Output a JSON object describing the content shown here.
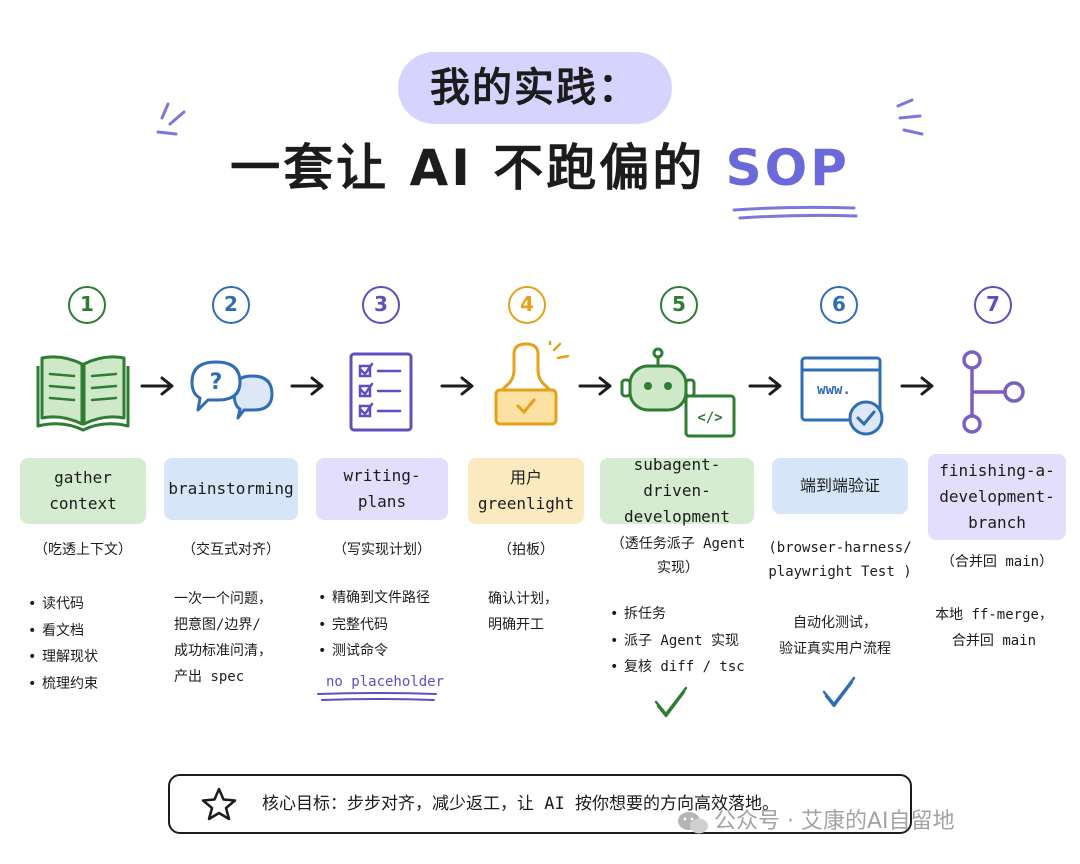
{
  "title": {
    "line1": "我的实践：",
    "line2_prefix": "一套让 AI 不跑偏的 ",
    "line2_accent": "SOP"
  },
  "colors": {
    "green": "#2e7d32",
    "blue": "#2f6db5",
    "purple": "#5d4fc0",
    "yellow": "#e6a019",
    "title_pill": "#d7d3ff",
    "accent": "#6b68d9"
  },
  "steps": [
    {
      "num": "1",
      "icon": "open-book-icon",
      "label": "gather\ncontext",
      "sub": "（吃透上下文）",
      "bullets": [
        "读代码",
        "看文档",
        "理解现状",
        "梳理约束"
      ]
    },
    {
      "num": "2",
      "icon": "speech-bubbles-icon",
      "label": "brainstorming",
      "sub": "（交互式对齐）",
      "desc": "一次一个问题，\n把意图/边界/\n成功标准问清，\n产出 spec"
    },
    {
      "num": "3",
      "icon": "checklist-icon",
      "label": "writing-plans",
      "sub": "（写实现计划）",
      "bullets": [
        "精确到文件路径",
        "完整代码",
        "测试命令"
      ],
      "note": "no placeholder"
    },
    {
      "num": "4",
      "icon": "stamp-icon",
      "label": "用户\ngreenlight",
      "sub": "（拍板）",
      "desc": "确认计划，\n明确开工"
    },
    {
      "num": "5",
      "icon": "robot-code-icon",
      "label": "subagent-driven-\ndevelopment",
      "sub": "（透任务派子 Agent\n实现）",
      "bullets": [
        "拆任务",
        "派子 Agent 实现",
        "复核 diff / tsc"
      ]
    },
    {
      "num": "6",
      "icon": "browser-check-icon",
      "label": "端到端验证",
      "sub": "(browser-harness/\nplaywright Test )",
      "desc": "自动化测试，\n验证真实用户流程"
    },
    {
      "num": "7",
      "icon": "git-branch-icon",
      "label": "finishing-a-\ndevelopment-\nbranch",
      "sub": "（合并回 main）",
      "desc": "本地 ff-merge，\n合并回 main"
    }
  ],
  "footer": {
    "icon": "star-icon",
    "text": "核心目标：步步对齐，减少返工，让 AI 按你想要的方向高效落地。"
  },
  "watermark": {
    "icon": "wechat-icon",
    "text": "公众号 · 艾康的AI自留地"
  }
}
